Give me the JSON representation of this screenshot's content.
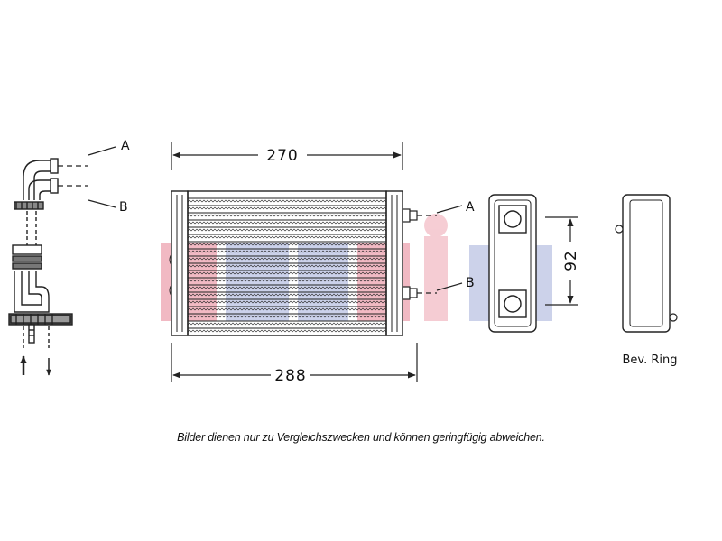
{
  "labels": {
    "port_a": "A",
    "port_b": "B",
    "width_top": "270",
    "width_bottom": "288",
    "height": "92",
    "ring": "Bev. Ring"
  },
  "watermark": {
    "colors": [
      "#d83a55",
      "#6d7ec4",
      "#e46f83"
    ]
  },
  "caption": "Bilder dienen nur zu Vergleichszwecken und können geringfügig abweichen."
}
